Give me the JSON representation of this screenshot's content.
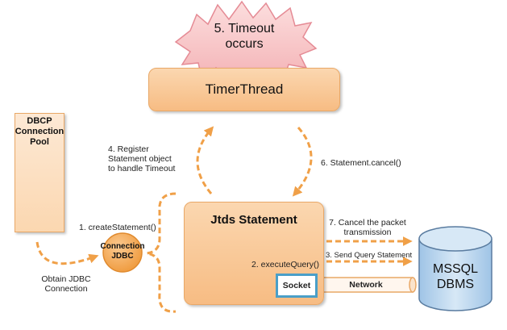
{
  "timeout": {
    "line1": "5. Timeout",
    "line2": "occurs"
  },
  "timer_thread": {
    "label": "TimerThread"
  },
  "pool": {
    "line1": "DBCP",
    "line2": "Connection",
    "line3": "Pool"
  },
  "register": {
    "line1": "4. Register",
    "line2": "Statement object",
    "line3": "to handle Timeout"
  },
  "statement_cancel": "6. Statement.cancel()",
  "create_statement": "1. createStatement()",
  "connection": {
    "line1": "Connection",
    "line2": "JDBC"
  },
  "obtain": {
    "line1": "Obtain JDBC",
    "line2": "Connection"
  },
  "jtds": {
    "title": "Jtds Statement",
    "execute": "2. executeQuery()",
    "socket": "Socket"
  },
  "cancel_packet": {
    "line1": "7. Cancel the packet",
    "line2": "transmission"
  },
  "send_query": "3. Send Query Statement",
  "network": "Network",
  "mssql": {
    "line1": "MSSQL",
    "line2": "DBMS"
  },
  "colors": {
    "orange_fill": "#f8c590",
    "orange_stroke": "#e9a867",
    "arrow": "#f0a048",
    "db_fill": "#bcd8ef",
    "db_stroke": "#5a7ca0",
    "socket_border": "#4a9fc8"
  }
}
